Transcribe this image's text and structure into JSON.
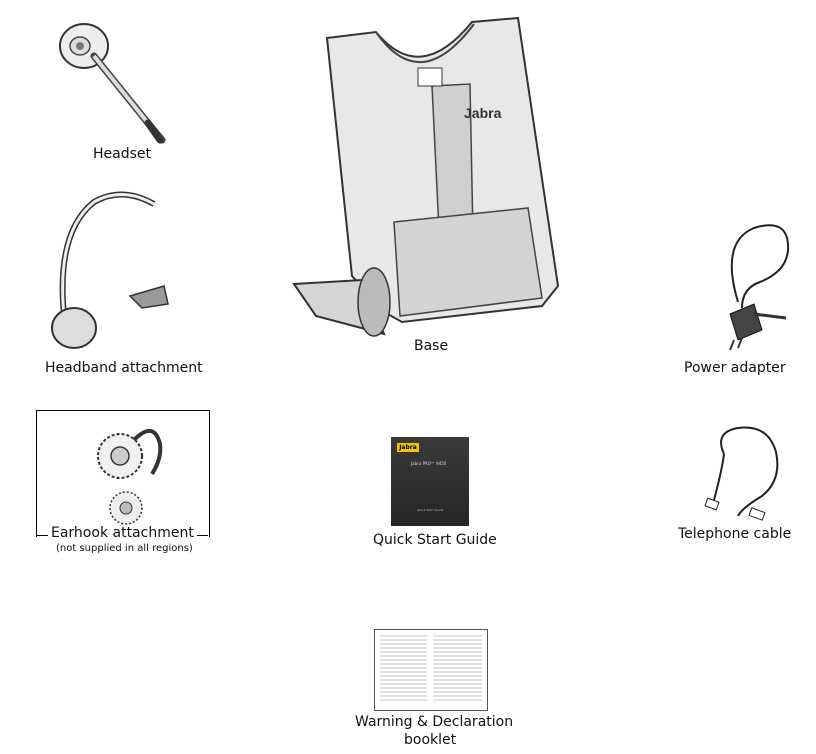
{
  "items": {
    "headset": {
      "label": "Headset"
    },
    "base": {
      "label": "Base",
      "brand_text": "Jabra"
    },
    "headband": {
      "label": "Headband attachment"
    },
    "power_adapter": {
      "label": "Power adapter"
    },
    "earhook": {
      "label": "Earhook attachment",
      "note": "(not supplied in all regions)"
    },
    "quick_start_guide": {
      "label": "Quick Start Guide",
      "cover_brand": "Jabra",
      "cover_product": "Jabra PRO™ 9450",
      "cover_footer": "Quick Start Guide"
    },
    "telephone_cable": {
      "label": "Telephone cable"
    },
    "warning_booklet": {
      "label_line1": "Warning & Declaration",
      "label_line2": "booklet"
    }
  },
  "icons": [
    "headset-illustration",
    "base-illustration",
    "headband-illustration",
    "power-adapter-illustration",
    "earhook-illustration",
    "quick-start-guide-illustration",
    "telephone-cable-illustration",
    "booklet-illustration"
  ]
}
